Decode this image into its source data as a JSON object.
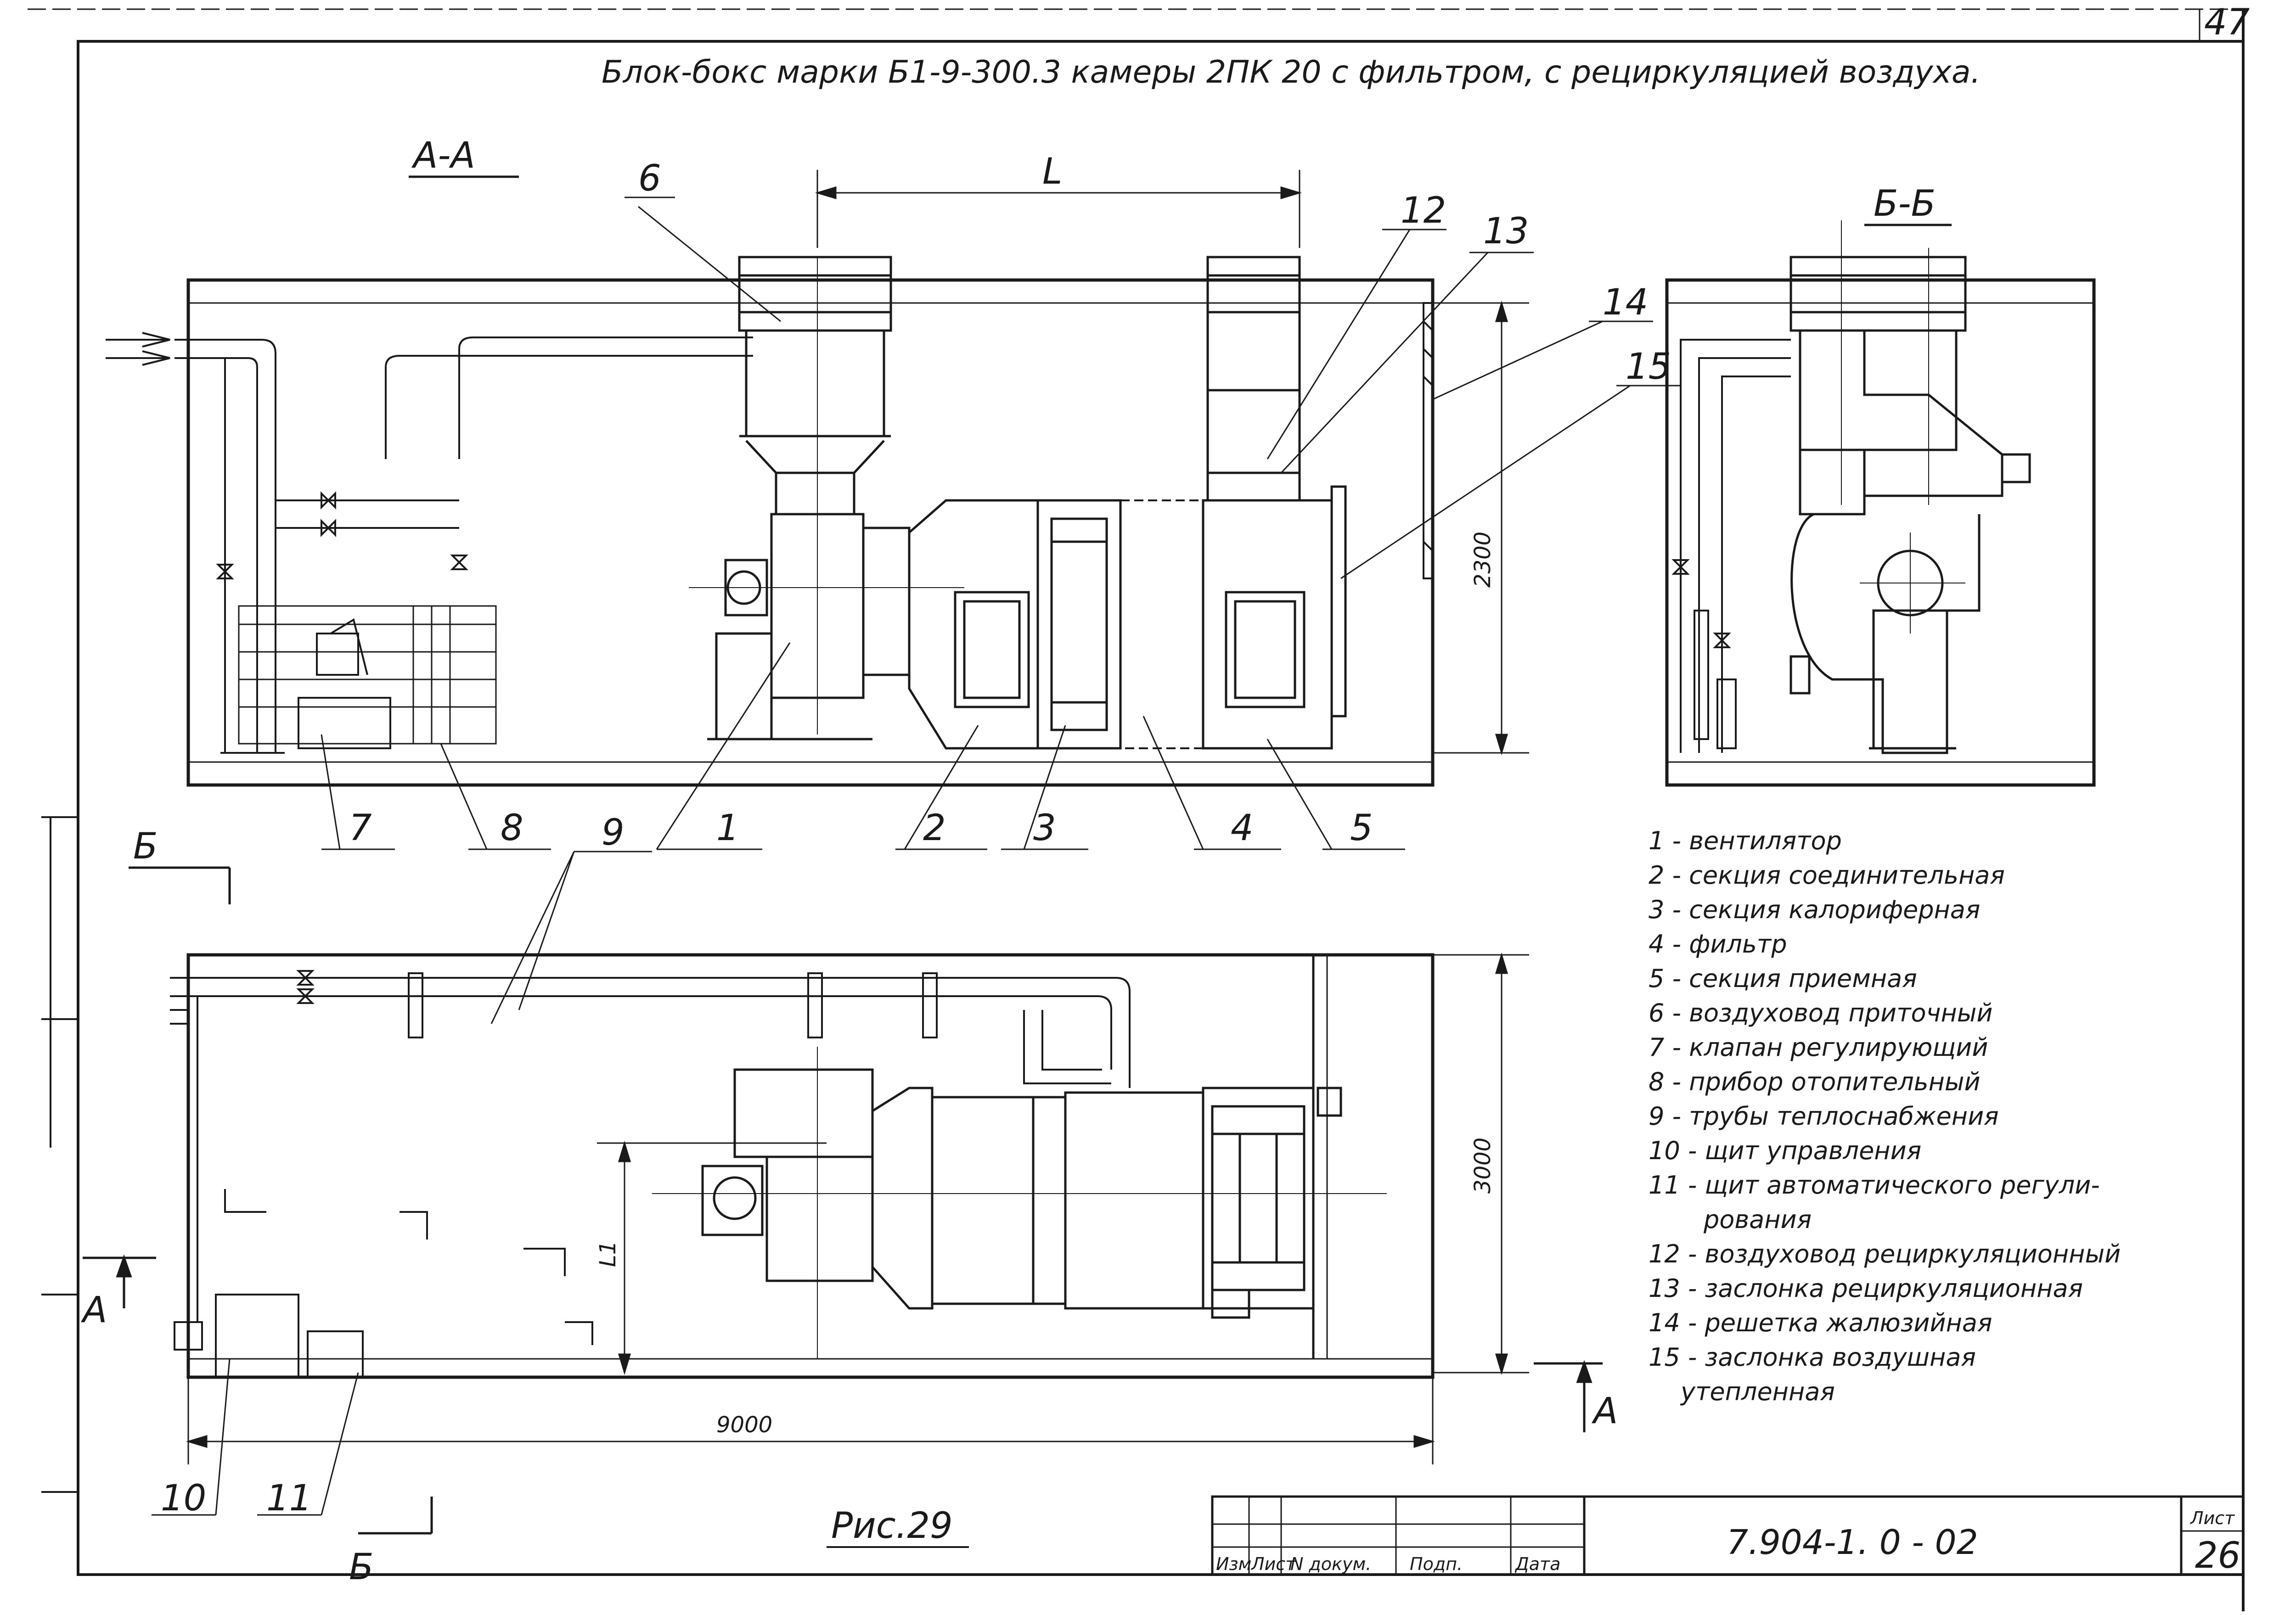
{
  "sheet": {
    "corner_number": "47",
    "title": "Блок-бокс марки Б1-9-300.3 камеры 2ПК 20 с фильтром, с рециркуляцией воздуха.",
    "figure_caption": "Рис.29"
  },
  "views": {
    "section_aa": "А-А",
    "section_bb": "Б-Б"
  },
  "dimensions": {
    "L": "L",
    "L1": "L1",
    "height": "2300",
    "width": "3000",
    "length": "9000"
  },
  "markers": {
    "b_letter": "Б",
    "a_letter": "А"
  },
  "callouts": [
    "1",
    "2",
    "3",
    "4",
    "5",
    "6",
    "7",
    "8",
    "9",
    "10",
    "11",
    "12",
    "13",
    "14",
    "15"
  ],
  "legend": [
    "1 - вентилятор",
    "2 - секция соединительная",
    "3 - секция калориферная",
    "4 - фильтр",
    "5 - секция приемная",
    "6 - воздуховод приточный",
    "7 - клапан регулирующий",
    "8 - прибор отопительный",
    "9 - трубы теплоснабжения",
    "10 - щит управления",
    "11 - щит автоматического регули-",
    "рования",
    "12 - воздуховод рециркуляционный",
    "13 - заслонка рециркуляционная",
    "14 - решетка жалюзийная",
    "15 - заслонка воздушная",
    "утепленная"
  ],
  "title_block": {
    "headers": [
      "Изм",
      "Лист",
      "N докум.",
      "Подп.",
      "Дата"
    ],
    "doc_code": "7.904-1. 0 - 02",
    "sheet_label": "Лист",
    "sheet_number": "26"
  }
}
